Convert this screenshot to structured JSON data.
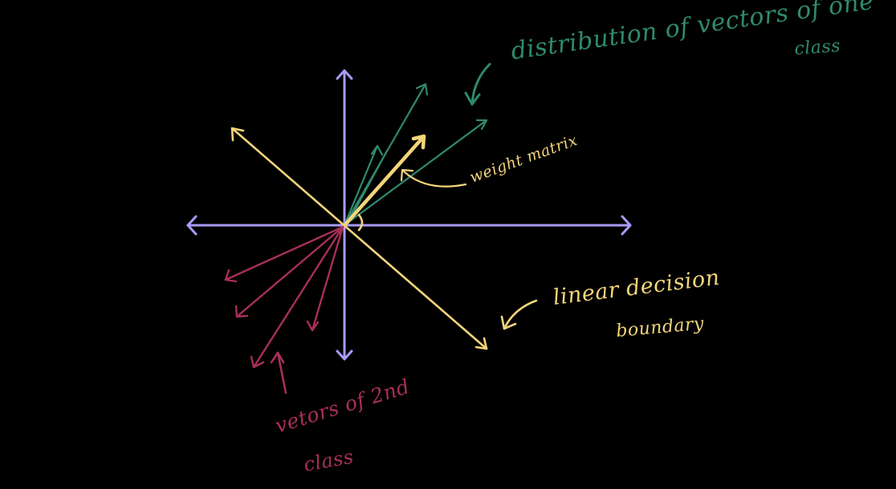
{
  "colors": {
    "background": "#000000",
    "axes": "#a79cf7",
    "class_one_vectors": "#2f8a6e",
    "weight_and_boundary": "#f4d57a",
    "class_two_vectors": "#a82f58"
  },
  "labels": {
    "distribution_line1": "distribution of vectors of one",
    "distribution_line2": "class",
    "weight": "weight matrix",
    "boundary_line1": "linear decision",
    "boundary_line2": "boundary",
    "class2_line1": "vetors of 2nd",
    "class2_line2": "class"
  }
}
